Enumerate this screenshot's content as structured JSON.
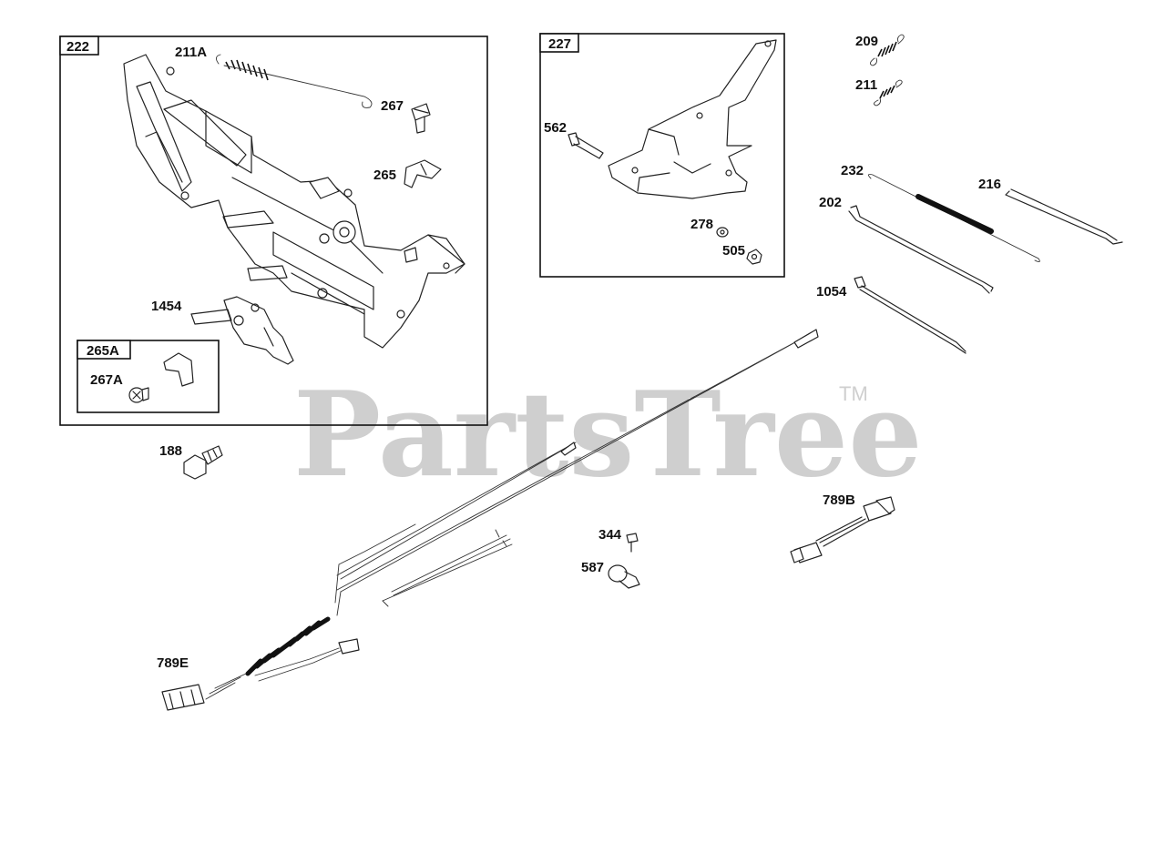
{
  "watermark": {
    "text": "PartsTree",
    "trademark": "TM"
  },
  "boxes": [
    {
      "id": "box-222",
      "label": "222"
    },
    {
      "id": "box-227",
      "label": "227"
    },
    {
      "id": "box-265a",
      "label": "265A"
    }
  ],
  "callouts": {
    "p211A": "211A",
    "p267": "267",
    "p265": "265",
    "p1454": "1454",
    "p267A": "267A",
    "p562": "562",
    "p278": "278",
    "p505": "505",
    "p209": "209",
    "p211": "211",
    "p232": "232",
    "p216": "216",
    "p202": "202",
    "p1054": "1054",
    "p188": "188",
    "p789B": "789B",
    "p344": "344",
    "p587": "587",
    "p789E": "789E"
  }
}
